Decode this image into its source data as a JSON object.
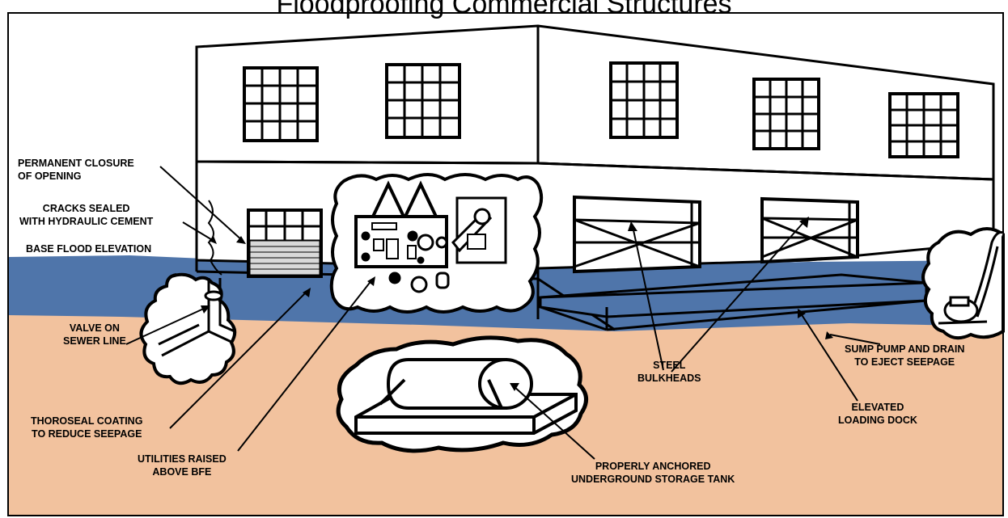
{
  "title": "Floodproofing Commercial Structures",
  "colors": {
    "flood_water": "#4f75aa",
    "ground": "#f2c29e",
    "outline": "#000000",
    "background": "#ffffff"
  },
  "labels": {
    "permanent_closure": [
      "PERMANENT CLOSURE",
      "OF OPENING"
    ],
    "cracks_sealed": [
      "CRACKS SEALED",
      "WITH HYDRAULIC CEMENT"
    ],
    "base_flood_elevation": [
      "BASE FLOOD ELEVATION"
    ],
    "valve": [
      "VALVE ON",
      "SEWER LINE"
    ],
    "thoroseal": [
      "THOROSEAL COATING",
      "TO REDUCE SEEPAGE"
    ],
    "utilities": [
      "UTILITIES RAISED",
      "ABOVE BFE"
    ],
    "storage_tank": [
      "PROPERLY ANCHORED",
      "UNDERGROUND STORAGE TANK"
    ],
    "bulkheads": [
      "STEEL",
      "BULKHEADS"
    ],
    "loading_dock": [
      "ELEVATED",
      "LOADING DOCK"
    ],
    "sump_pump": [
      "SUMP PUMP AND DRAIN",
      "TO EJECT  SEEPAGE"
    ]
  }
}
